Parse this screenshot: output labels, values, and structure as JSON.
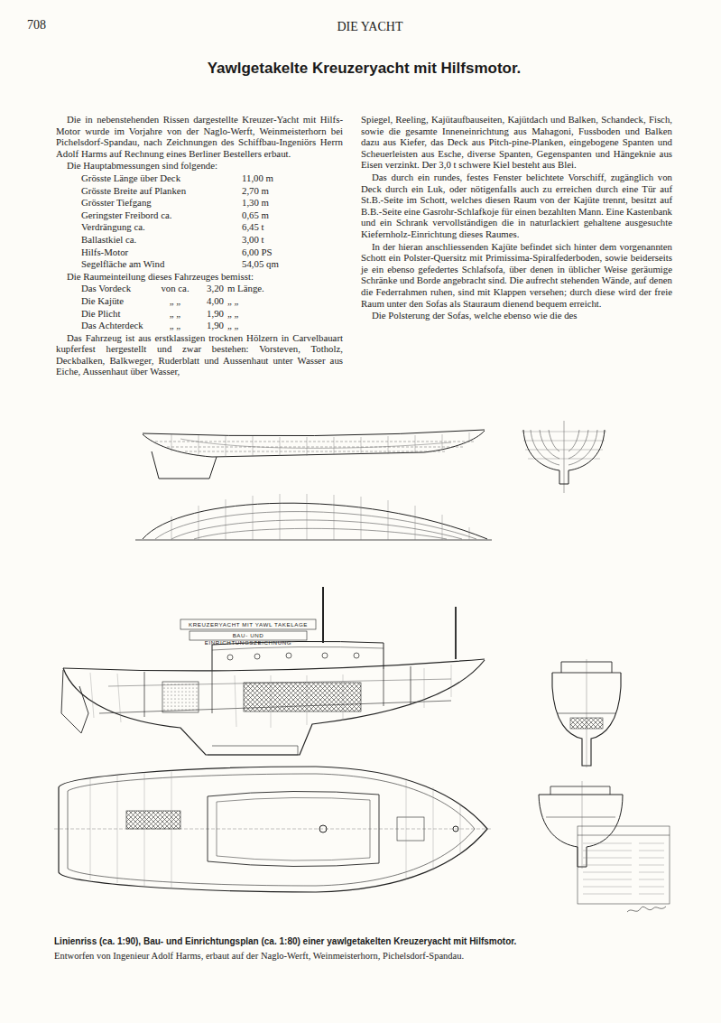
{
  "diagram": {
    "title": "Yawlgetakelte Kreuzeryacht mit Hilfsmotor.",
    "caption": "Linienriss (ca. 1:90), Bau- und Einrichtungsplan (ca. 1:80) einer yawlgetakelten Kreuzeryacht mit Hilfsmotor.",
    "labels": [
      "708",
      "DIE YACHT",
      "Die in nebenstehenden Rissen dargestellte Kreuzer-Yacht mit Hilfs-Motor wurde im Vorjahre von der Naglo-Werft, Weinmeisterhorn bei Pichelsdorf-Spandau, nach Zeichnungen des Schiffbau-Ingeniörs Herrn Adolf Harms auf Rechnung eines Berliner Bestellers erbaut.",
      "Die Hauptabmessungen sind folgende:",
      "Grösste Länge über Deck",
      "11,00 m",
      "Grösste Breite auf Planken",
      "2,70 m",
      "Grösster Tiefgang",
      "1,30 m",
      "Geringster Freibord ca.",
      "0,65 m",
      "Verdrängung ca.",
      "6,45 t",
      "Ballastkiel ca.",
      "3,00 t",
      "Hilfs-Motor",
      "6,00 PS",
      "Segelfläche am Wind",
      "54,05 qm",
      "Die Raumeinteilung dieses Fahrzeuges bemisst:",
      "Das Vordeck",
      "von ca.",
      "3,20",
      "m Länge.",
      "Die Kajüte",
      "„ „",
      "4,00",
      "„ „",
      "Die Plicht",
      "„ „",
      "1,90",
      "„ „",
      "Das Achterdeck",
      "„ „",
      "1,90",
      "„ „",
      "Das Fahrzeug ist aus erstklassigen trocknen Hölzern in Carvelbauart kupferfest hergestellt und zwar bestehen: Vorsteven, Totholz, Deckbalken, Balkweger, Ruderblatt und Aussenhaut unter Wasser aus Eiche, Aussenhaut über Wasser,",
      "Spiegel, Reeling, Kajütaufbauseiten, Kajütdach und Balken, Schandeck, Fisch, sowie die gesamte Inneneinrichtung aus Mahagoni, Fussboden und Balken dazu aus Kiefer, das Deck aus Pitch-pine-Planken, eingebogene Spanten und Scheuerleisten aus Esche, diverse Spanten, Gegenspanten und Hängeknie aus Eisen verzinkt. Der 3,0 t schwere Kiel besteht aus Blei.",
      "Das durch ein rundes, festes Fenster belichtete Vorschiff, zugänglich von Deck durch ein Luk, oder nötigenfalls auch zu erreichen durch eine Tür auf St.B.-Seite im Schott, welches diesen Raum von der Kajüte trennt, besitzt auf B.B.-Seite eine Gasrohr-Schlafkoje für einen bezahlten Mann. Eine Kastenbank und ein Schrank vervollständigen die in naturlackiert gehaltene ausgesuchte Kiefernholz-Einrichtung dieses Raumes.",
      "In der hieran anschliessenden Kajüte befindet sich hinter dem vorgenannten Schott ein Polster-Quersitz mit Primissima-Spiralfederboden, sowie beiderseits je ein ebenso gefedertes Schlafsofa, über denen in üblicher Weise geräumige Schränke und Borde angebracht sind. Die aufrecht stehenden Wände, auf denen die Federrahmen ruhen, sind mit Klappen versehen; durch diese wird der freie Raum unter den Sofas als Stauraum dienend bequem erreicht.",
      "Die Polsterung der Sofas, welche ebenso wie die des",
      "KREUZERYACHT MIT YAWL TAKELAGE",
      "BAU- UND EINRICHTUNGSZEICHNUNG",
      "Entworfen von Ingenieur Adolf Harms, erbaut auf der Naglo-Werft, Weinmeisterhorn, Pichelsdorf-Spandau."
    ]
  }
}
